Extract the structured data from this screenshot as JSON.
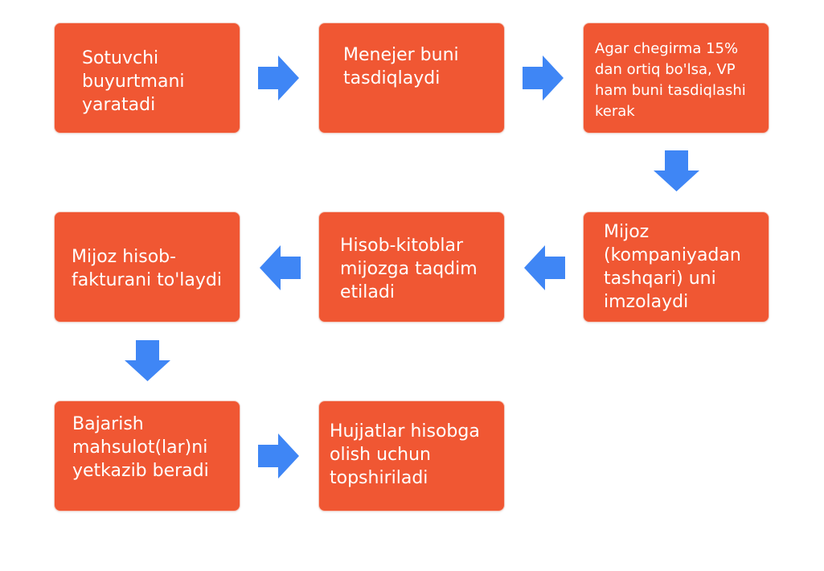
{
  "colors": {
    "box_fill": "#f05733",
    "arrow_fill": "#3f86f5",
    "text": "#ffffff"
  },
  "steps": [
    "Sotuvchi\nbuyurtmani\nyaratadi",
    "Menejer buni\ntasdiqlaydi",
    "Agar chegirma 15%\ndan ortiq bo'lsa, VP\nham buni tasdiqlashi\nkerak",
    "Mijoz\n(kompaniyadan\ntashqari) uni\nimzolaydi",
    "Hisob-kitoblar\nmijozga taqdim\netiladi",
    "Mijoz hisob-\nfakturani to'laydi",
    "Bajarish\nmahsulot(lar)ni\nyetkazib beradi",
    "Hujjatlar hisobga\nolish uchun\ntopshiriladi"
  ],
  "arrows": [
    {
      "from": 1,
      "to": 2,
      "direction": "right"
    },
    {
      "from": 2,
      "to": 3,
      "direction": "right"
    },
    {
      "from": 3,
      "to": 4,
      "direction": "down"
    },
    {
      "from": 4,
      "to": 5,
      "direction": "left"
    },
    {
      "from": 5,
      "to": 6,
      "direction": "left"
    },
    {
      "from": 6,
      "to": 7,
      "direction": "down"
    },
    {
      "from": 7,
      "to": 8,
      "direction": "right"
    }
  ]
}
